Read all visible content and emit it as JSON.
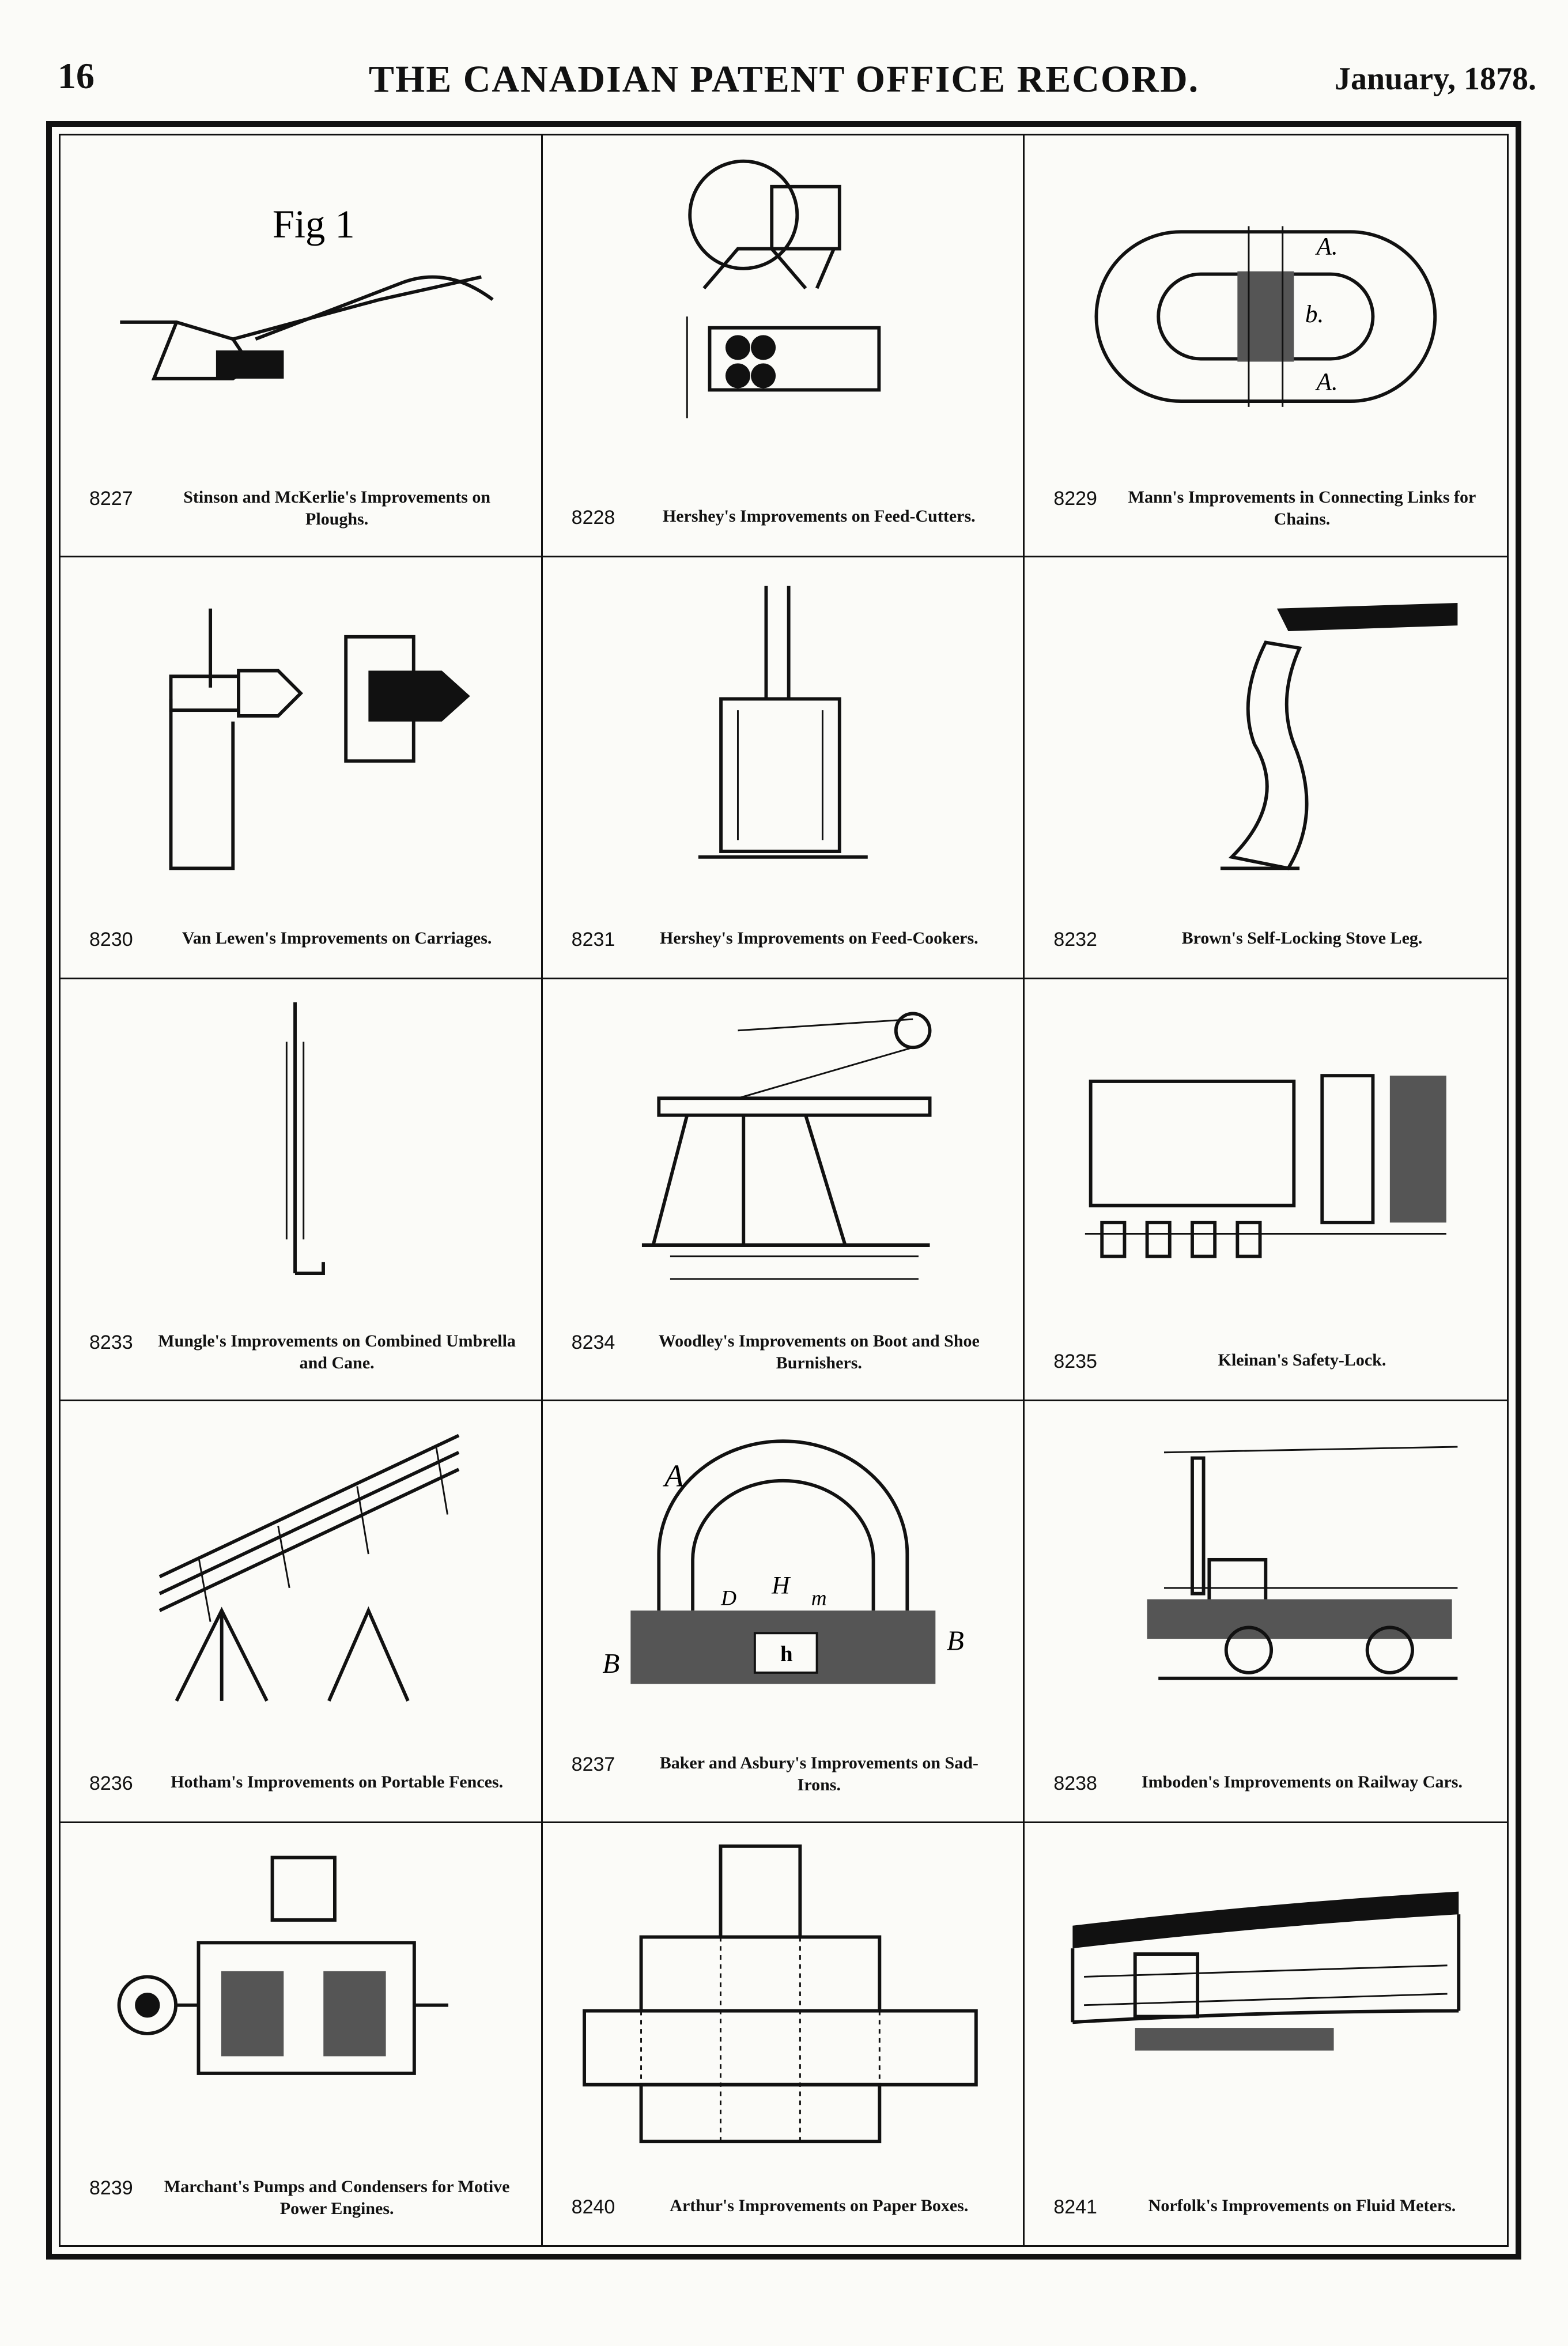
{
  "header": {
    "page_number": "16",
    "title": "THE CANADIAN PATENT OFFICE RECORD.",
    "date": "January, 1878."
  },
  "patents": [
    {
      "number": "8227",
      "title": "Stinson and McKerlie's Improvements on Ploughs.",
      "icon": "plough-illustration"
    },
    {
      "number": "8228",
      "title": "Hershey's Improvements on Feed-Cutters.",
      "icon": "feed-cutter-illustration"
    },
    {
      "number": "8229",
      "title": "Mann's Improvements in Connecting Links for Chains.",
      "icon": "chain-link-illustration"
    },
    {
      "number": "8230",
      "title": "Van Lewen's Improvements on Carriages.",
      "icon": "carriage-part-illustration"
    },
    {
      "number": "8231",
      "title": "Hershey's Improvements on Feed-Cookers.",
      "icon": "feed-cooker-illustration"
    },
    {
      "number": "8232",
      "title": "Brown's Self-Locking Stove Leg.",
      "icon": "stove-leg-illustration"
    },
    {
      "number": "8233",
      "title": "Mungle's Improvements on Combined Umbrella and Cane.",
      "icon": "umbrella-cane-illustration"
    },
    {
      "number": "8234",
      "title": "Woodley's Improvements on Boot and Shoe Burnishers.",
      "icon": "burnisher-machine-illustration"
    },
    {
      "number": "8235",
      "title": "Kleinan's Safety-Lock.",
      "icon": "safety-lock-illustration"
    },
    {
      "number": "8236",
      "title": "Hotham's Improvements on Portable Fences.",
      "icon": "portable-fence-illustration"
    },
    {
      "number": "8237",
      "title": "Baker and Asbury's Improvements on Sad-Irons.",
      "icon": "sad-iron-illustration"
    },
    {
      "number": "8238",
      "title": "Imboden's Improvements on Railway Cars.",
      "icon": "railway-car-illustration"
    },
    {
      "number": "8239",
      "title": "Marchant's Pumps and Condensers for Motive Power Engines.",
      "icon": "pump-condenser-illustration"
    },
    {
      "number": "8240",
      "title": "Arthur's Improvements on Paper Boxes.",
      "icon": "paper-box-illustration"
    },
    {
      "number": "8241",
      "title": "Norfolk's Improvements on Fluid Meters.",
      "icon": "fluid-meter-illustration"
    }
  ],
  "figure_labels": {
    "plough": "Fig 1",
    "link_a": "A.",
    "link_b": "b.",
    "link_a2": "A.",
    "iron_a": "A",
    "iron_b": "B",
    "iron_b2": "B",
    "iron_h": "H",
    "iron_hh": "h",
    "iron_d": "D",
    "iron_m": "m"
  }
}
